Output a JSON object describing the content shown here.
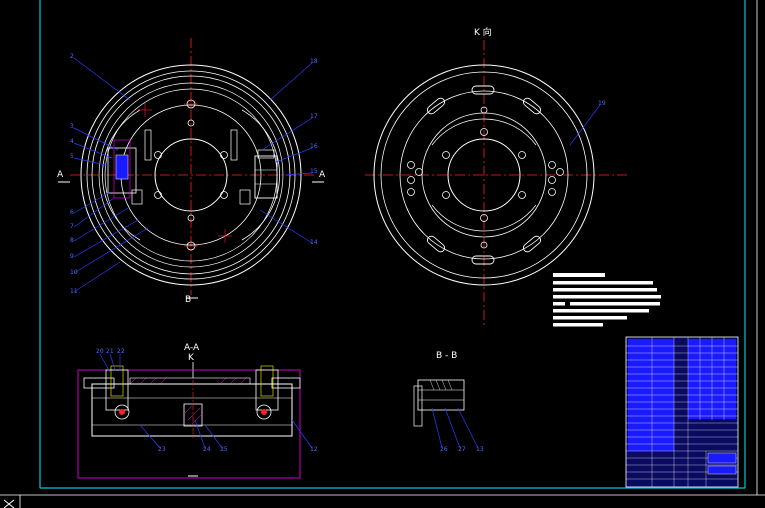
{
  "view_labels": {
    "view_k_direction": "K 向",
    "section_a_left": "A",
    "section_a_right": "A",
    "section_aa_title": "A-A",
    "section_k_marker": "K",
    "section_bb_title": "B - B",
    "section_b_marker": "B"
  },
  "colors": {
    "background": "#000000",
    "outline": "#ffffff",
    "centerline": "#ff2020",
    "leader": "#2a3cff",
    "border": "#00c8d8",
    "hatch": "#ff00ff",
    "title_block": "#1a1aff",
    "yellow": "#ffff00"
  }
}
